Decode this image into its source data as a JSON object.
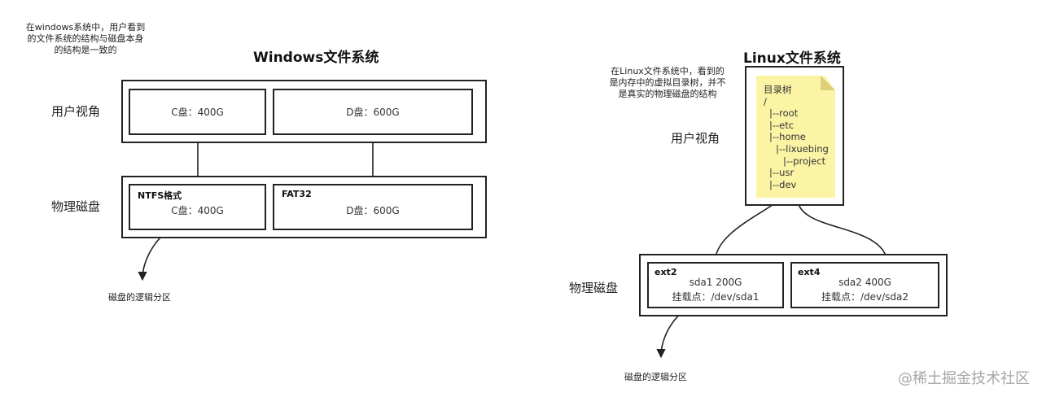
{
  "windows": {
    "title": "Windows文件系统",
    "note_lines": [
      "在windows系统中，用户看到",
      "的文件系统的结构与磁盘本身",
      "的结构是一致的"
    ],
    "user_view_label": "用户视角",
    "physical_label": "物理磁盘",
    "user_partitions": [
      {
        "label": "C盘：400G"
      },
      {
        "label": "D盘：600G"
      }
    ],
    "disk_partitions": [
      {
        "fs": "NTFS格式",
        "label": "C盘：400G"
      },
      {
        "fs": "FAT32",
        "label": "D盘：600G"
      }
    ],
    "logical_label": "磁盘的逻辑分区"
  },
  "linux": {
    "title": "Linux文件系统",
    "note_lines": [
      "在Linux文件系统中，看到的",
      "是内存中的虚拟目录树，并不",
      "是真实的物理磁盘的结构"
    ],
    "user_view_label": "用户视角",
    "physical_label": "物理磁盘",
    "tree_title": "目录树",
    "tree": [
      {
        "depth": 0,
        "name": "/"
      },
      {
        "depth": 1,
        "name": "|--root"
      },
      {
        "depth": 1,
        "name": "|--etc"
      },
      {
        "depth": 1,
        "name": "|--home"
      },
      {
        "depth": 2,
        "name": "|--lixuebing"
      },
      {
        "depth": 3,
        "name": "|--project"
      },
      {
        "depth": 1,
        "name": "|--usr"
      },
      {
        "depth": 1,
        "name": "|--dev"
      }
    ],
    "disk_partitions": [
      {
        "fs": "ext2",
        "device": "sda1 200G",
        "mount": "挂载点：/dev/sda1"
      },
      {
        "fs": "ext4",
        "device": "sda2 400G",
        "mount": "挂载点：/dev/sda2"
      }
    ],
    "logical_label": "磁盘的逻辑分区"
  },
  "watermark": "@稀土掘金技术社区",
  "colors": {
    "line": "#222222",
    "note_bg": "#fbf4a5",
    "note_fold": "#dcd17a",
    "watermark": "#a6a6a6"
  }
}
